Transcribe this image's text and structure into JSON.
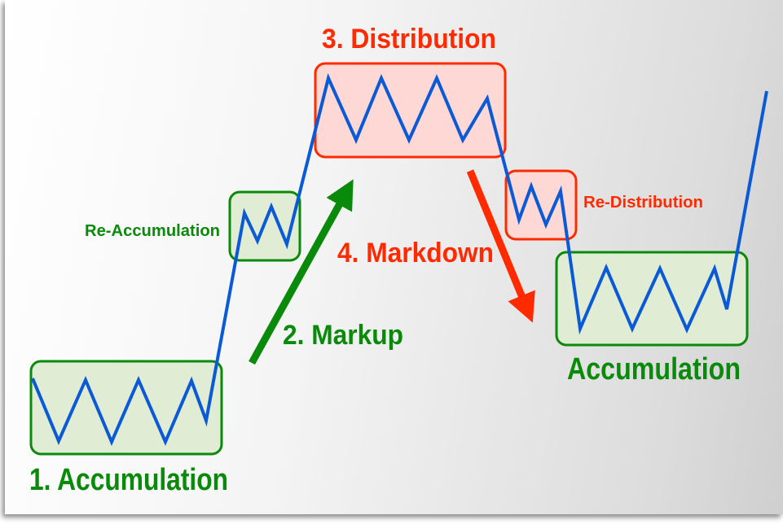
{
  "labels": {
    "accumulation1": "1. Accumulation",
    "markup": "2. Markup",
    "distribution": "3. Distribution",
    "markdown": "4. Markdown",
    "re_accumulation": "Re-Accumulation",
    "re_distribution": "Re-Distribution",
    "accumulation2": "Accumulation"
  },
  "colors": {
    "green": "#0a8a0a",
    "green_fill": "#e0ecd4",
    "red": "#ff2a00",
    "red_fill": "#fdd8d4",
    "price_line": "#0a5ad8"
  }
}
